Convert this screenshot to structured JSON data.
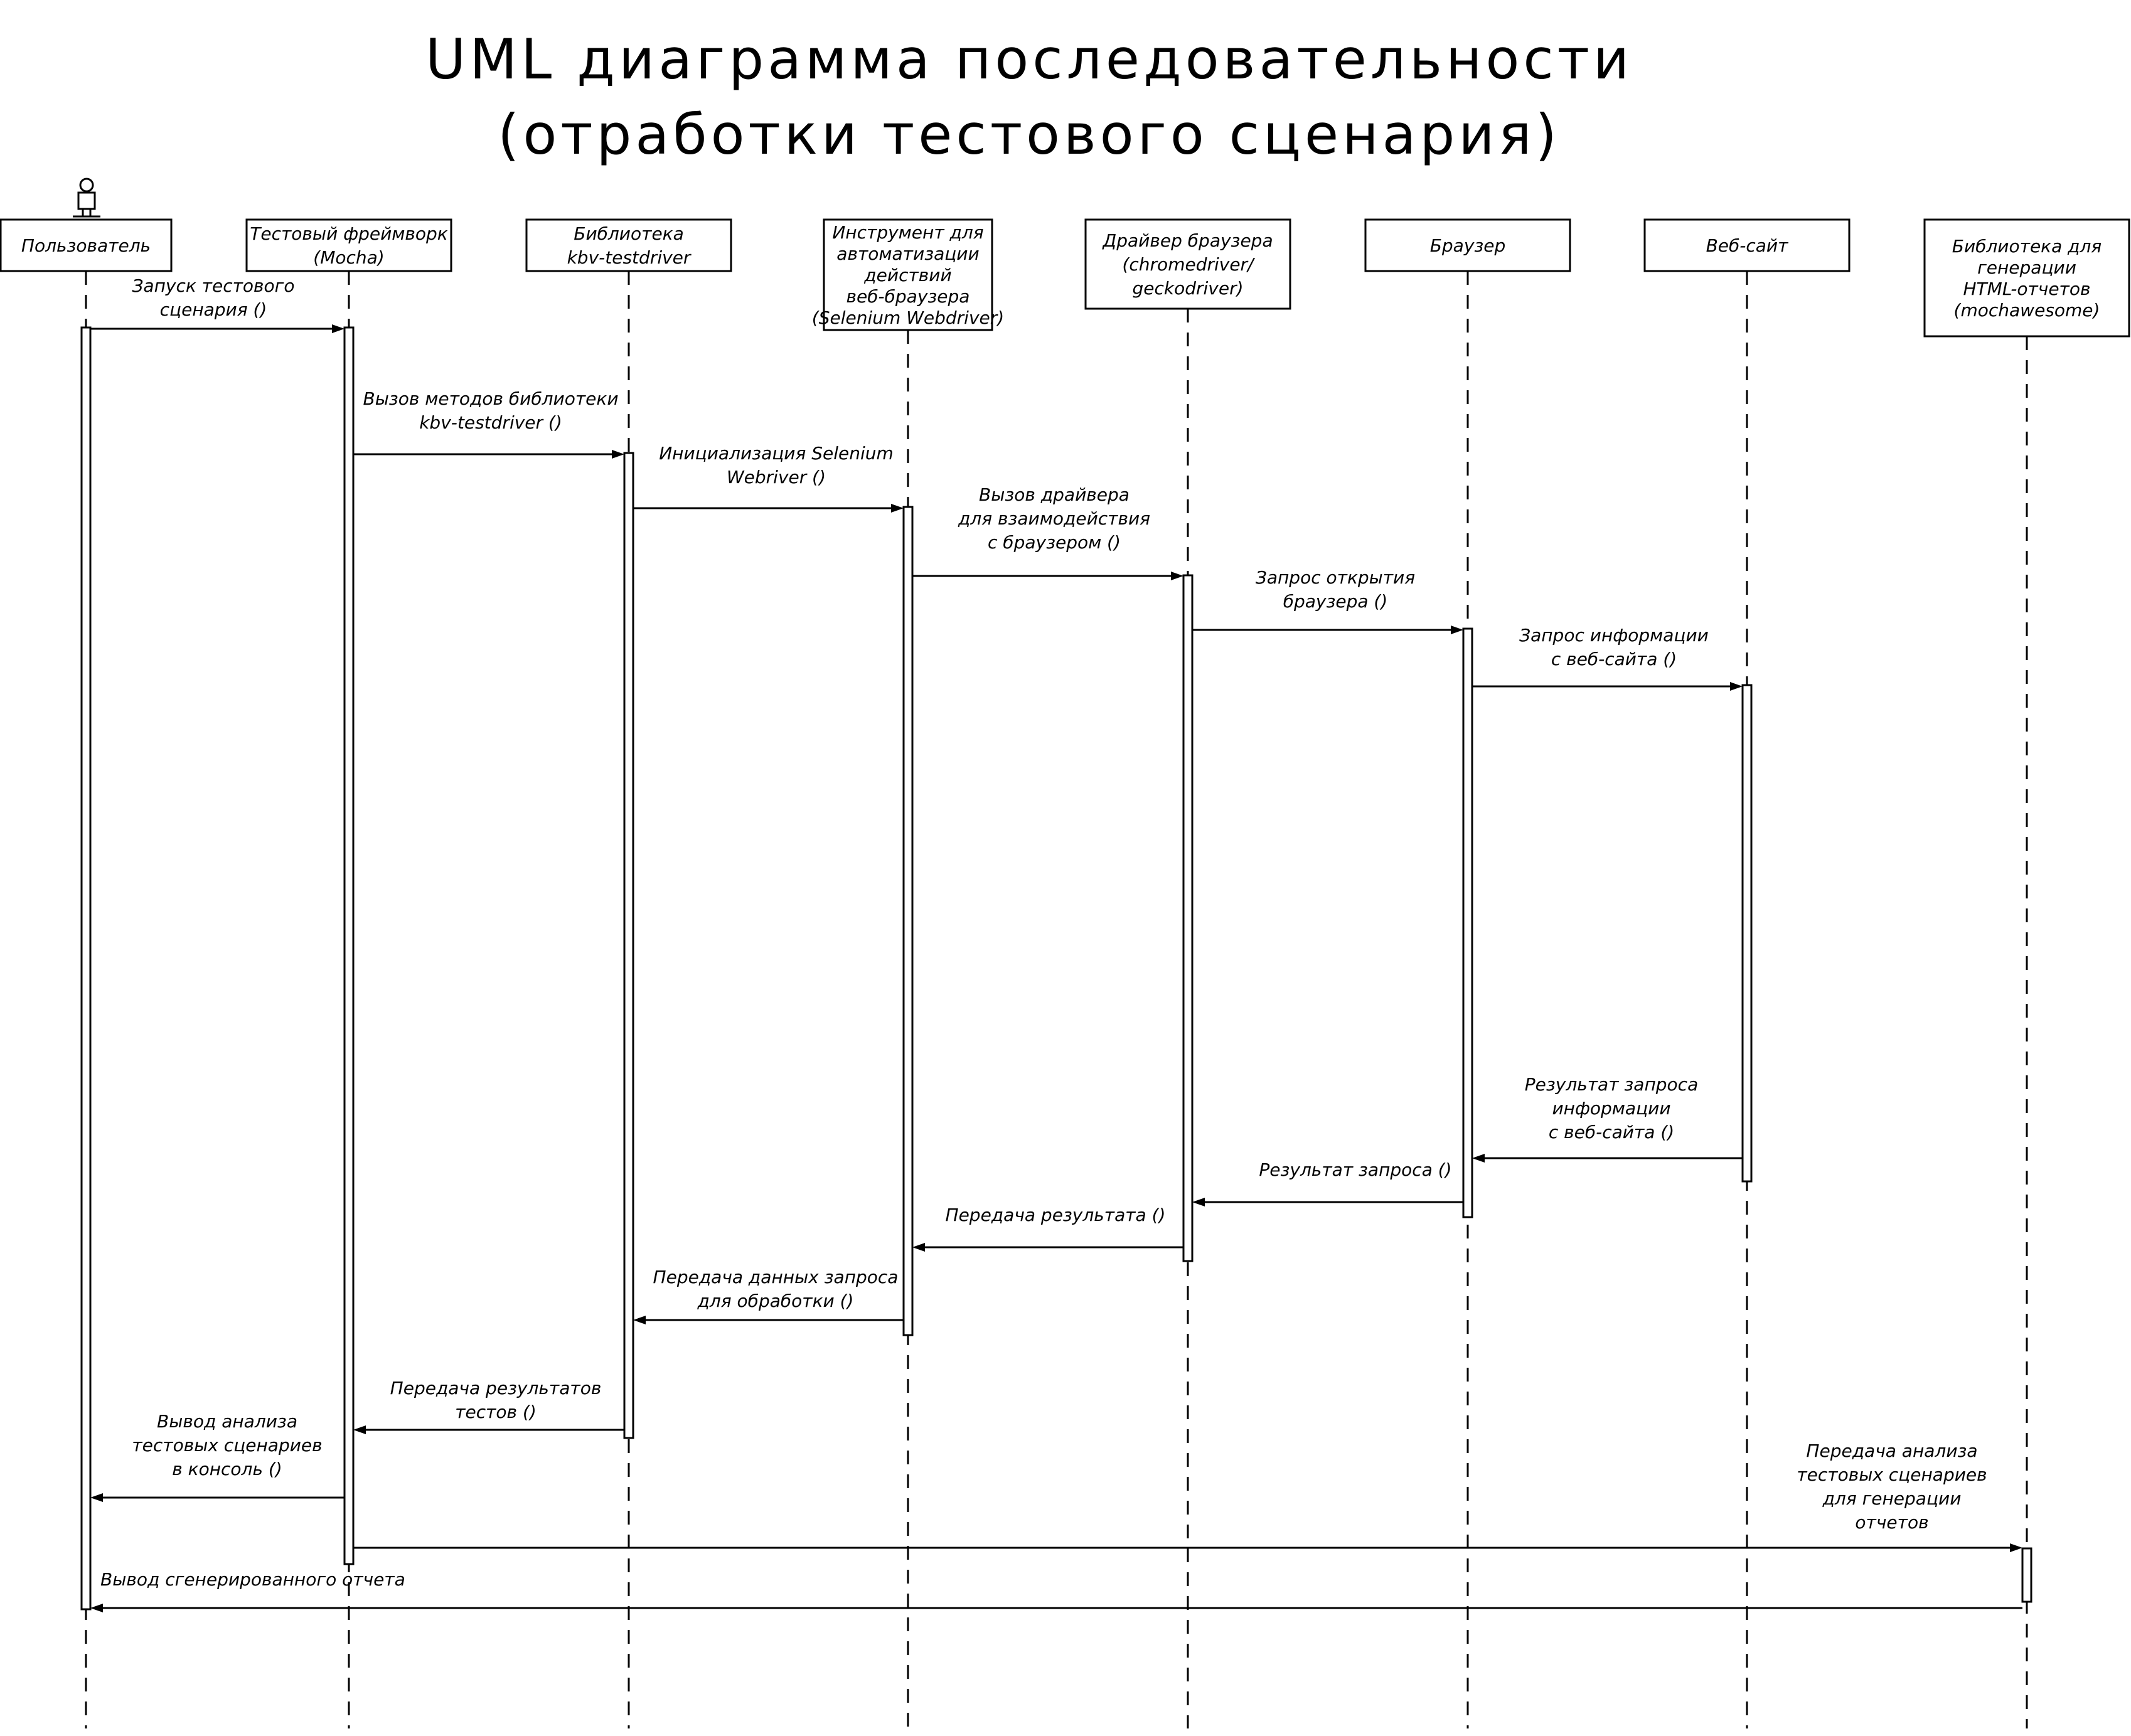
{
  "title": {
    "line1": "UML диаграмма последовательности",
    "line2": "(отработки тестового сценария)"
  },
  "actor_icon": "person-icon",
  "participants": [
    {
      "id": "user",
      "lines": [
        "Пользователь"
      ]
    },
    {
      "id": "mocha",
      "lines": [
        "Тестовый фреймворк",
        "(Mocha)"
      ]
    },
    {
      "id": "kbv",
      "lines": [
        "Библиотека",
        "kbv-testdriver"
      ]
    },
    {
      "id": "selenium",
      "lines": [
        "Инструмент для",
        "автоматизации",
        "действий",
        "веб-браузера",
        "(Selenium Webdriver)"
      ]
    },
    {
      "id": "driver",
      "lines": [
        "Драйвер браузера",
        "(chromedriver/",
        "geckodriver)"
      ]
    },
    {
      "id": "browser",
      "lines": [
        "Браузер"
      ]
    },
    {
      "id": "website",
      "lines": [
        "Веб-сайт"
      ]
    },
    {
      "id": "reporter",
      "lines": [
        "Библиотека для",
        "генерации",
        "HTML-отчетов",
        "(mochawesome)"
      ]
    }
  ],
  "messages": [
    {
      "from": "user",
      "to": "mocha",
      "lines": [
        "Запуск тестового",
        "сценария ()"
      ]
    },
    {
      "from": "mocha",
      "to": "kbv",
      "lines": [
        "Вызов методов библиотеки",
        "kbv-testdriver ()"
      ]
    },
    {
      "from": "kbv",
      "to": "selenium",
      "lines": [
        "Инициализация Selenium",
        "Webriver ()"
      ]
    },
    {
      "from": "selenium",
      "to": "driver",
      "lines": [
        "Вызов драйвера",
        "для взаимодействия",
        "с браузером ()"
      ]
    },
    {
      "from": "driver",
      "to": "browser",
      "lines": [
        "Запрос открытия",
        "браузера ()"
      ]
    },
    {
      "from": "browser",
      "to": "website",
      "lines": [
        "Запрос информации",
        "с веб-сайта ()"
      ]
    },
    {
      "from": "website",
      "to": "browser",
      "lines": [
        "Результат запроса",
        "информации",
        "с веб-сайта ()"
      ]
    },
    {
      "from": "browser",
      "to": "driver",
      "lines": [
        "Результат запроса ()"
      ]
    },
    {
      "from": "driver",
      "to": "selenium",
      "lines": [
        "Передача результата ()"
      ]
    },
    {
      "from": "selenium",
      "to": "kbv",
      "lines": [
        "Передача данных запроса",
        "для обработки ()"
      ]
    },
    {
      "from": "kbv",
      "to": "mocha",
      "lines": [
        "Передача результатов",
        "тестов ()"
      ]
    },
    {
      "from": "mocha",
      "to": "user",
      "lines": [
        "Вывод анализа",
        "тестовых сценариев",
        "в консоль ()"
      ]
    },
    {
      "from": "mocha",
      "to": "reporter",
      "lines": [
        "Передача анализа",
        "тестовых сценариев",
        "для генерации",
        "отчетов"
      ]
    },
    {
      "from": "reporter",
      "to": "user",
      "lines": [
        "Вывод сгенерированного отчета"
      ]
    }
  ]
}
